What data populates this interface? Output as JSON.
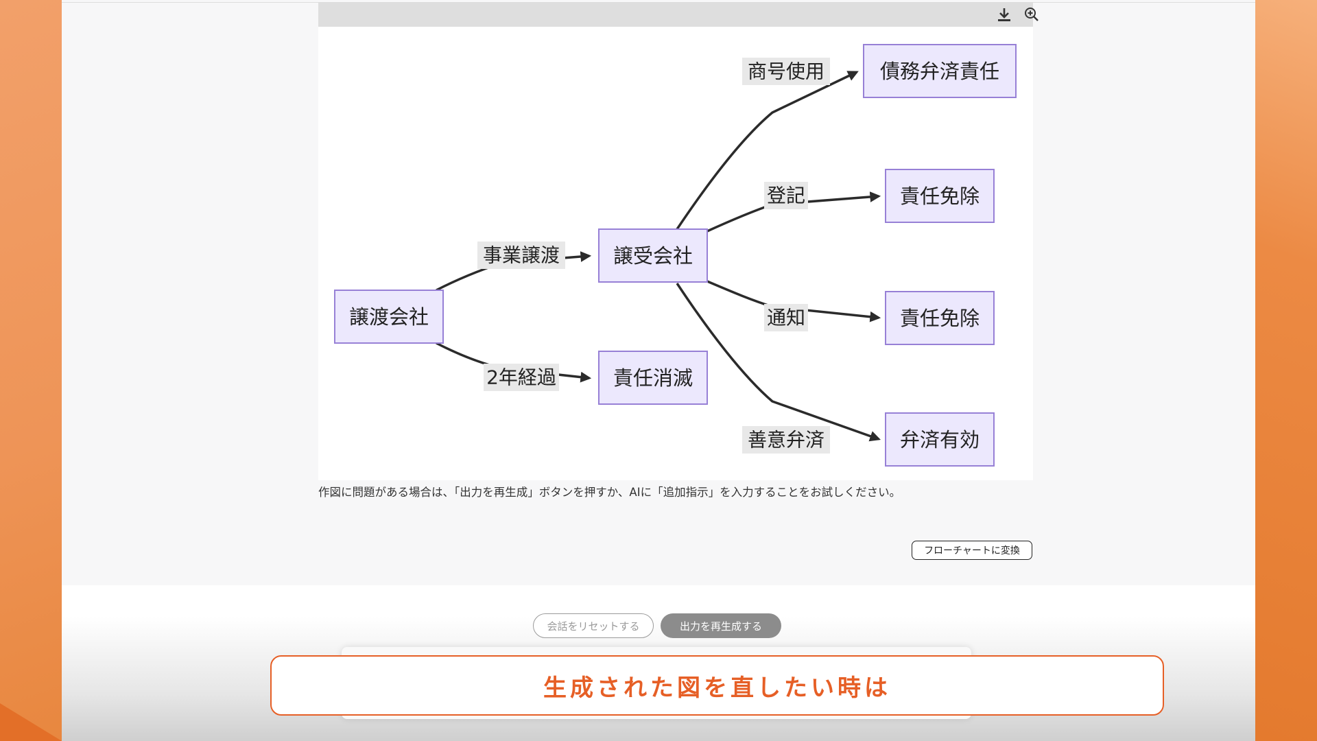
{
  "diagram": {
    "nodes": {
      "jouto_kaisha": "譲渡会社",
      "jouju_kaisha": "譲受会社",
      "sekinin_shoumetsu": "責任消滅",
      "saimu_bensai_sekinin": "債務弁済責任",
      "sekinin_menjo_1": "責任免除",
      "sekinin_menjo_2": "責任免除",
      "bensai_yuukou": "弁済有効"
    },
    "edges": {
      "jigyou_jouto": "事業譲渡",
      "ninen_keika": "2年経過",
      "shougou_shiyou": "商号使用",
      "touki": "登記",
      "tsuuchi": "通知",
      "zeni_bensai": "善意弁済"
    }
  },
  "toolbar": {
    "download_icon": "download-icon",
    "zoom_icon": "zoom-in-icon"
  },
  "notice": "作図に問題がある場合は、「出力を再生成」ボタンを押すか、AIに「追加指示」を入力することをお試しください。",
  "convert_button": "フローチャートに変換",
  "reset_button": "会話をリセットする",
  "regenerate_button": "出力を再生成する",
  "caption": "生成された図を直したい時は",
  "colors": {
    "accent": "#e65f26",
    "node_fill": "#ece8fd",
    "node_stroke": "#9780d6"
  }
}
